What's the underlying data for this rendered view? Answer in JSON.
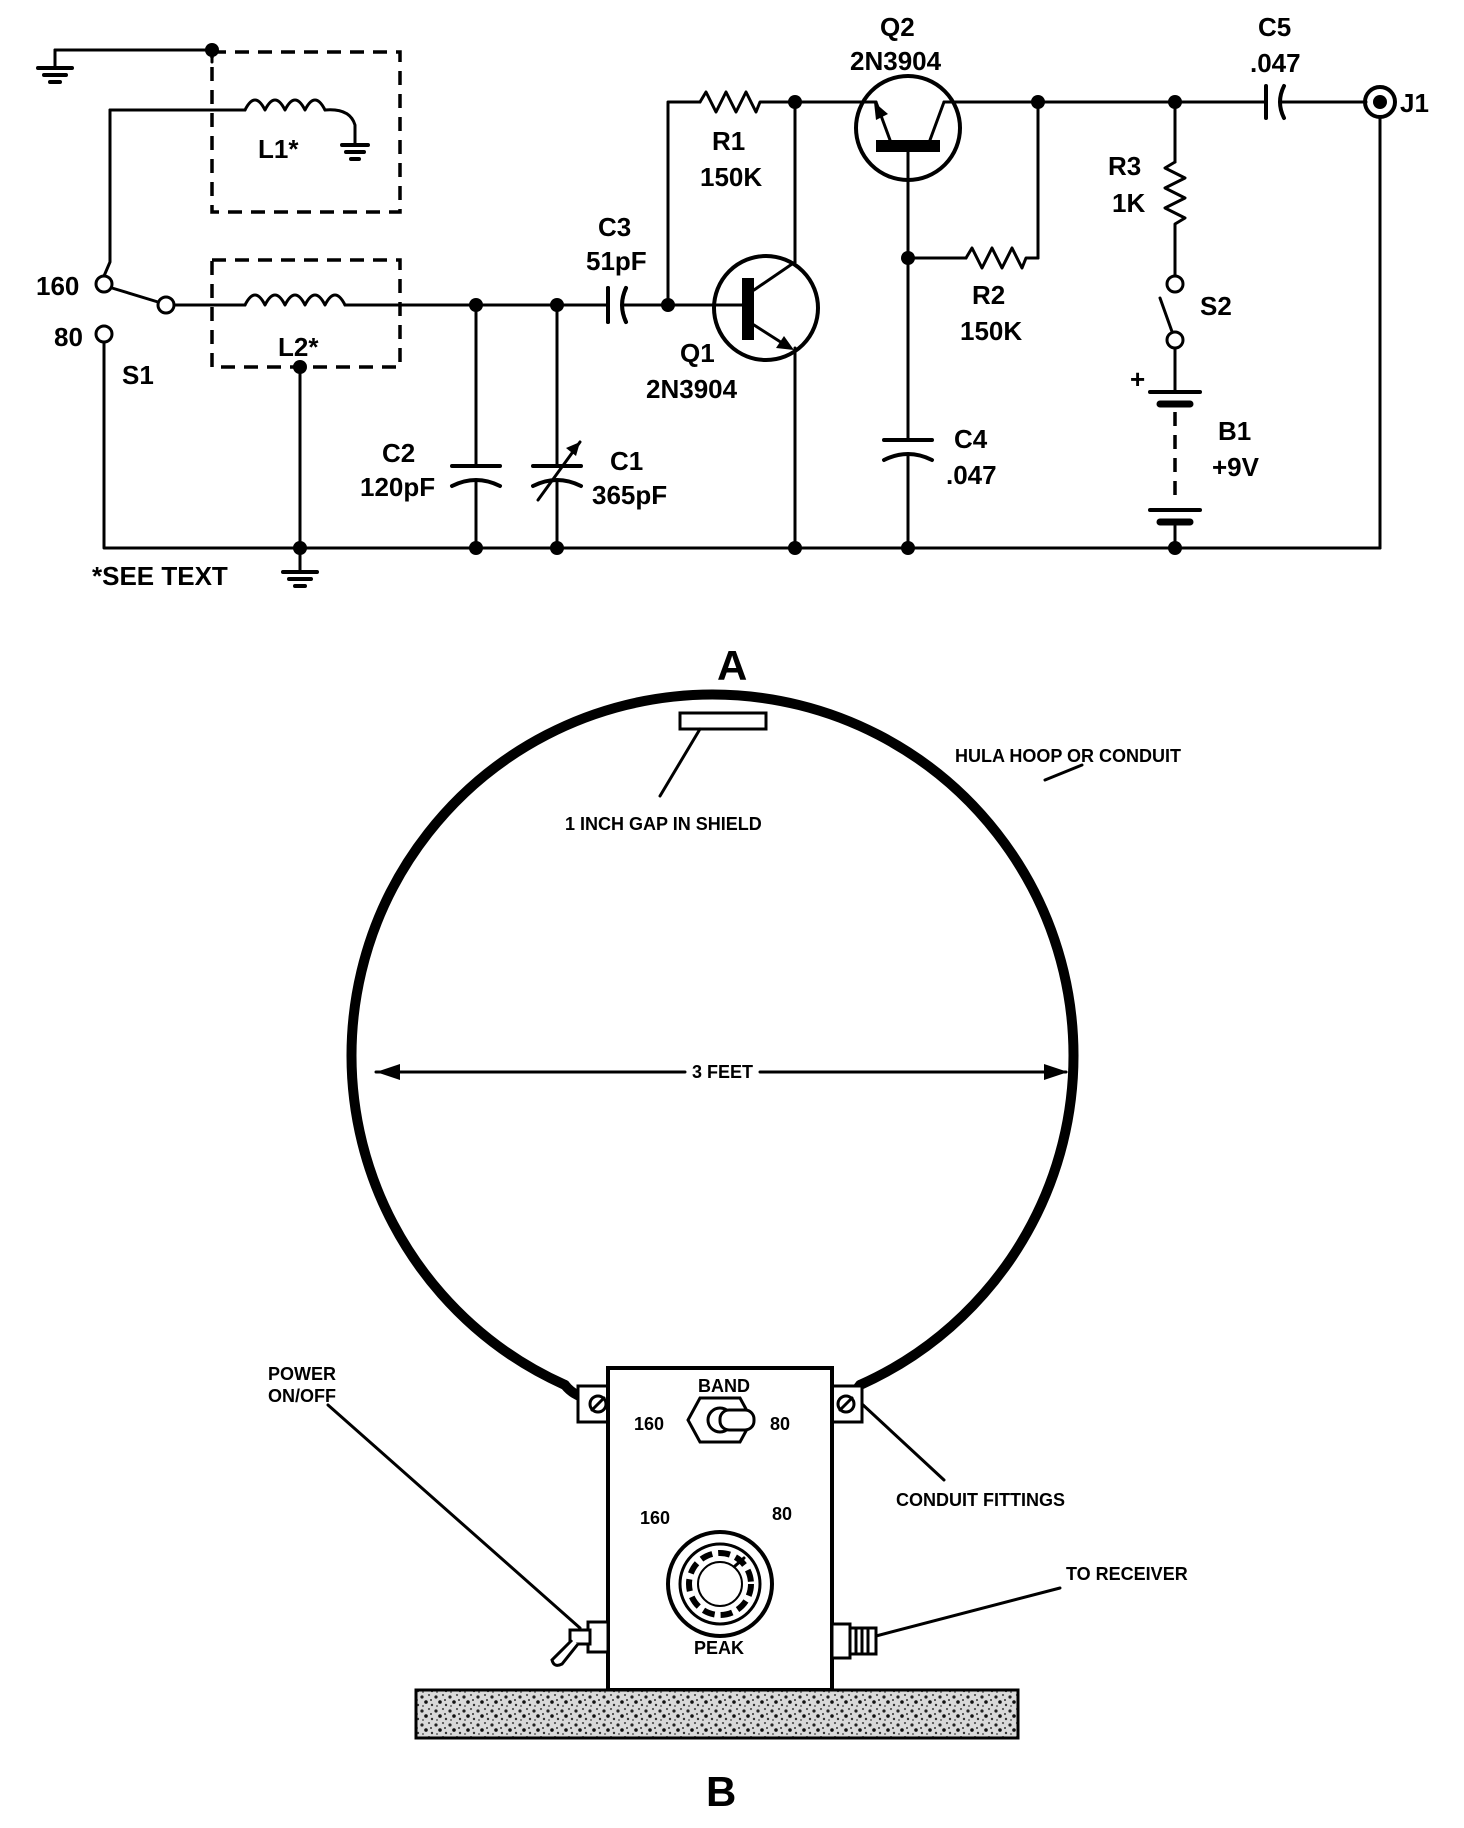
{
  "schematic": {
    "see_text": "*SEE TEXT",
    "panel_label": "A",
    "L1": "L1*",
    "L2": "L2*",
    "S1": "S1",
    "S1_160": "160",
    "S1_80": "80",
    "C1_name": "C1",
    "C1_value": "365pF",
    "C2_name": "C2",
    "C2_value": "120pF",
    "C3_name": "C3",
    "C3_value": "51pF",
    "C4_name": "C4",
    "C4_value": ".047",
    "C5_name": "C5",
    "C5_value": ".047",
    "R1_name": "R1",
    "R1_value": "150K",
    "R2_name": "R2",
    "R2_value": "150K",
    "R3_name": "R3",
    "R3_value": "1K",
    "Q1_name": "Q1",
    "Q1_part": "2N3904",
    "Q2_name": "Q2",
    "Q2_part": "2N3904",
    "S2": "S2",
    "B1_name": "B1",
    "B1_value": "+9V",
    "B1_plus": "+",
    "J1": "J1"
  },
  "antenna": {
    "panel_label": "B",
    "gap_label": "1 INCH GAP IN SHIELD",
    "hoop_label": "HULA HOOP OR CONDUIT",
    "diameter_label": "3 FEET",
    "band_label": "BAND",
    "band_160": "160",
    "band_80": "80",
    "dial_160": "160",
    "dial_80": "80",
    "peak_label": "PEAK",
    "power_label_line1": "POWER",
    "power_label_line2": "ON/OFF",
    "fittings_label": "CONDUIT FITTINGS",
    "receiver_label": "TO RECEIVER"
  }
}
